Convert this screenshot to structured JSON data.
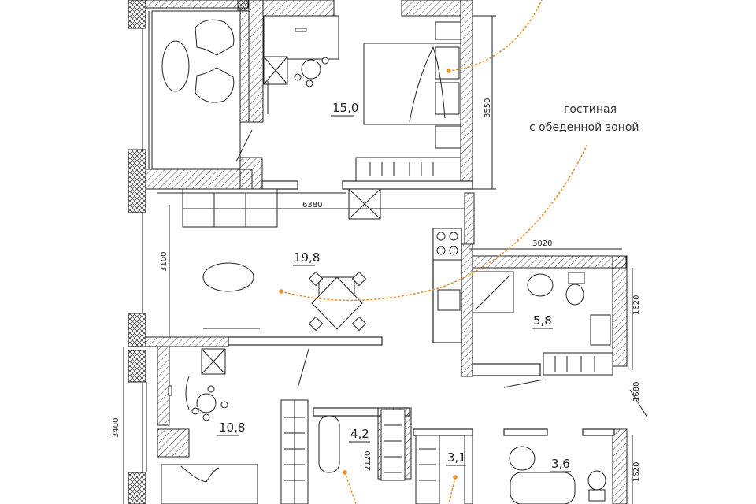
{
  "rooms": {
    "bedroom": {
      "area": "15,0"
    },
    "living": {
      "area": "19,8"
    },
    "bathroom_right": {
      "area": "5,8"
    },
    "study": {
      "area": "10,8"
    },
    "bath_small": {
      "area": "4,2"
    },
    "closet": {
      "area": "3,1"
    },
    "wc": {
      "area": "3,6"
    }
  },
  "dimensions": {
    "bedroom_height": "3550",
    "living_width": "6380",
    "living_height": "3100",
    "bathroom_width": "3020",
    "bathroom_height": "1620",
    "corridor_height": "1680",
    "study_height": "3400",
    "bath_small_height": "2120",
    "wc_height": "1620"
  },
  "callout": {
    "line1": "гостиная",
    "line2": "с обеденной зоной"
  },
  "colors": {
    "accent": "#e8902a",
    "lines": "#222222"
  }
}
